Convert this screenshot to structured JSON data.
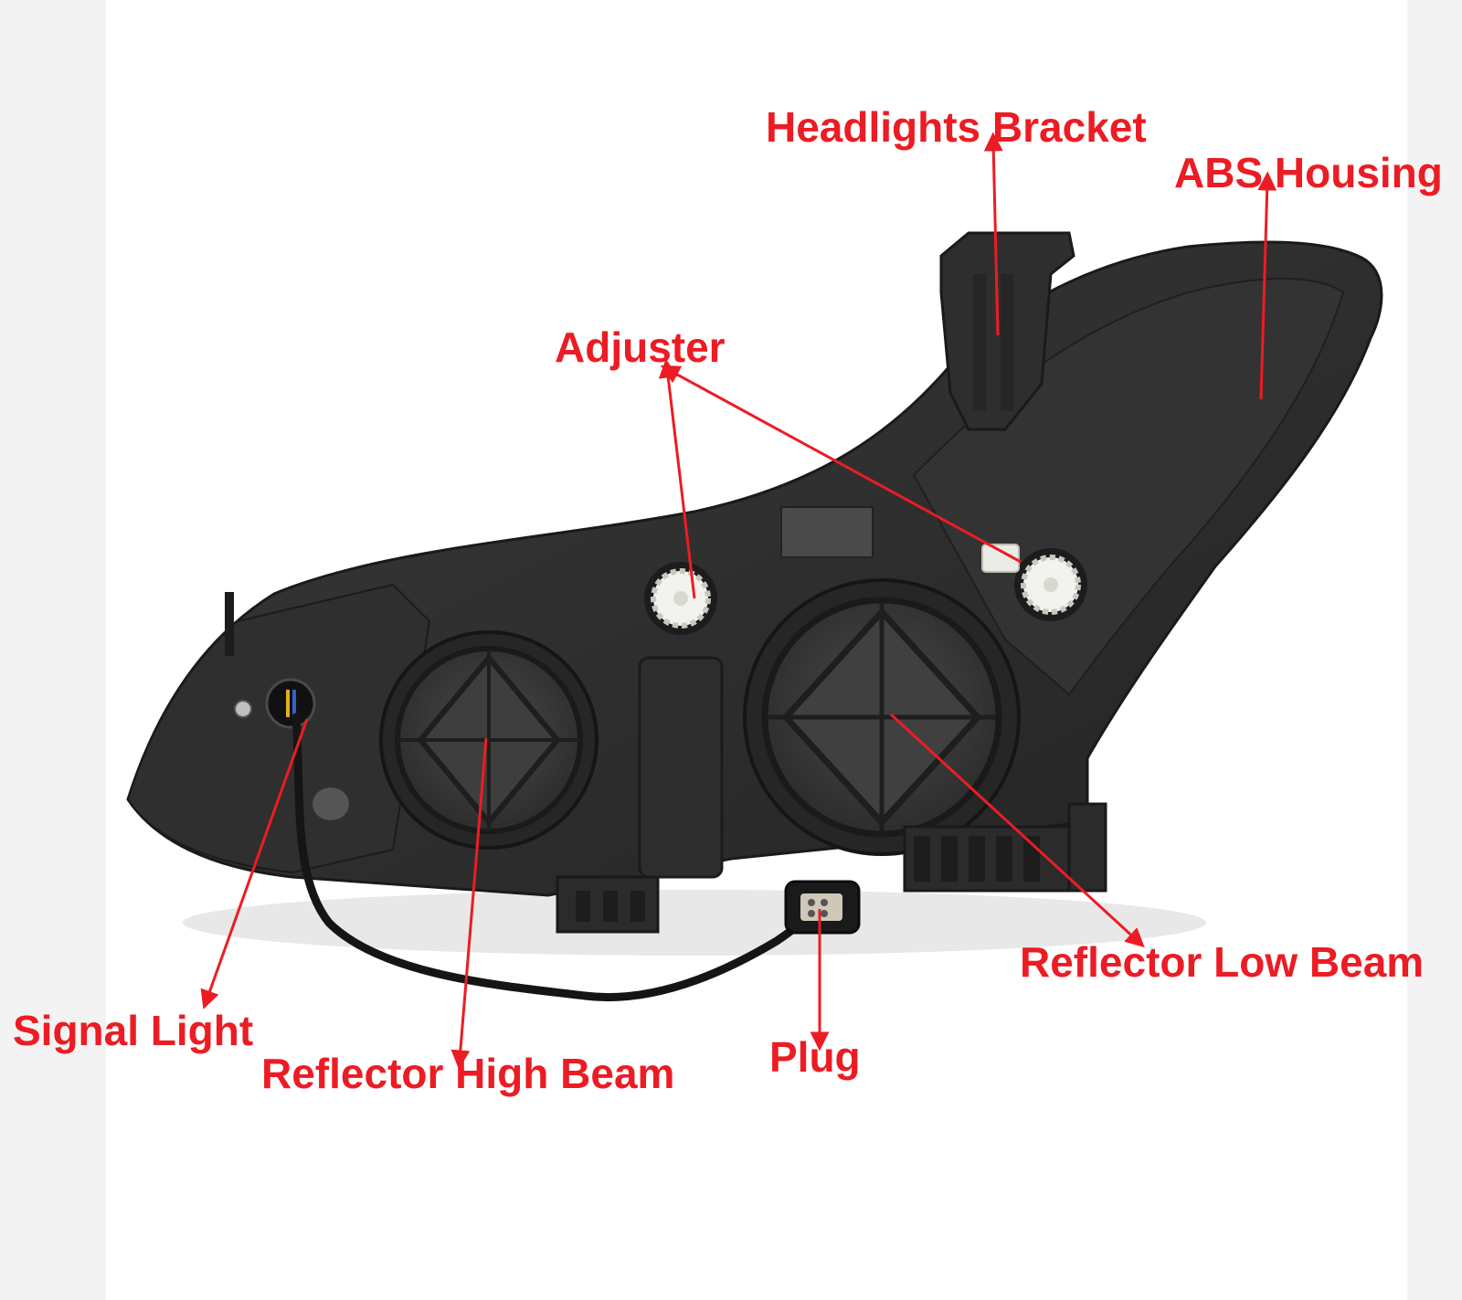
{
  "labels": {
    "headlights_bracket": "Headlights Bracket",
    "abs_housing": "ABS Housing",
    "adjuster": "Adjuster",
    "reflector_low_beam": "Reflector Low Beam",
    "signal_light": "Signal Light",
    "reflector_high_beam": "Reflector High Beam",
    "plug": "Plug"
  },
  "colors": {
    "label_red": "#ec1c24",
    "housing_dark": "#2b2b2b",
    "housing_mid": "#3c3c3c",
    "background": "#ffffff"
  }
}
